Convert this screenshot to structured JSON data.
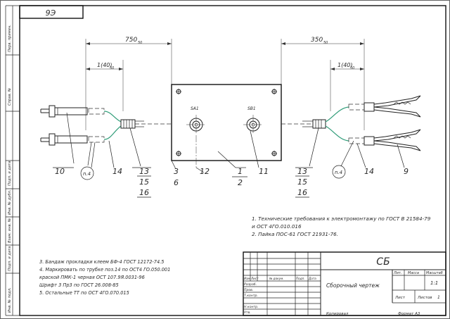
{
  "stamp_number": "9Э",
  "dimensions": {
    "left_total": "750",
    "left_total_tol": "50",
    "left_lead": "1(40)",
    "left_lead_tol": "50",
    "right_total": "350",
    "right_total_tol": "50",
    "right_lead": "1(40)",
    "right_lead_tol": "50"
  },
  "switch_labels": {
    "sa1": "SA1",
    "sb1": "SB1"
  },
  "callouts": {
    "c10": "10",
    "c14_left": "14",
    "c13_left": "13",
    "c15_left": "15",
    "c16_left": "16",
    "c3": "3",
    "c6": "6",
    "c12": "12",
    "c1": "1",
    "c2": "2",
    "c11": "11",
    "c13_right": "13",
    "c15_right": "15",
    "c16_right": "16",
    "c14_right": "14",
    "c9": "9",
    "mark_left": "n.4",
    "mark_right": "n.4"
  },
  "tech_notes": [
    "1. Технические требования к электромонтажу по ГОСТ В 21584-79",
    "   и ОСТ 4ГО.010.016",
    "2. Пайка ПОС-61 ГОСТ 21931-76."
  ],
  "assembly_notes": [
    "3. Бандаж прокладки клеем БФ-4 ГОСТ 12172-74.5",
    "4. Маркировать по трубке поз.14 по ОСТ4 ГО.050.001",
    "   краской ПМК-1 черная  ОСТ 107.9Я.0031-96",
    "   Шрифт 3 Пр3 по ГОСТ 26.008-85",
    "5. Остальные ТТ по ОСТ 4ГО.070.015"
  ],
  "title_block": {
    "code": "СБ",
    "name": "Сборочный чертеж",
    "col_lit": "Лит.",
    "col_mass": "Масса",
    "col_scale": "Масштаб",
    "scale_value": "1:1",
    "sheet_label": "Лист",
    "sheets_label": "Листов",
    "sheets_value": "1",
    "hdr_izm": "Изм",
    "hdr_list": "Лист",
    "hdr_doc": "№ докум.",
    "hdr_sign": "Подп.",
    "hdr_date": "Дата",
    "razrab": "Разраб.",
    "prov": "Пров.",
    "tkontr": "Т.контр.",
    "nkontr": "Н.контр.",
    "utv": "Утв.",
    "copied": "Копировал",
    "format": "Формат  А3"
  },
  "sidebar_labels": [
    "Перв. примен.",
    "Справ. №",
    "Подп. и дата",
    "Инв. № дубл.",
    "Взам. инв. №",
    "Подп. и дата",
    "Инв. № подл."
  ]
}
